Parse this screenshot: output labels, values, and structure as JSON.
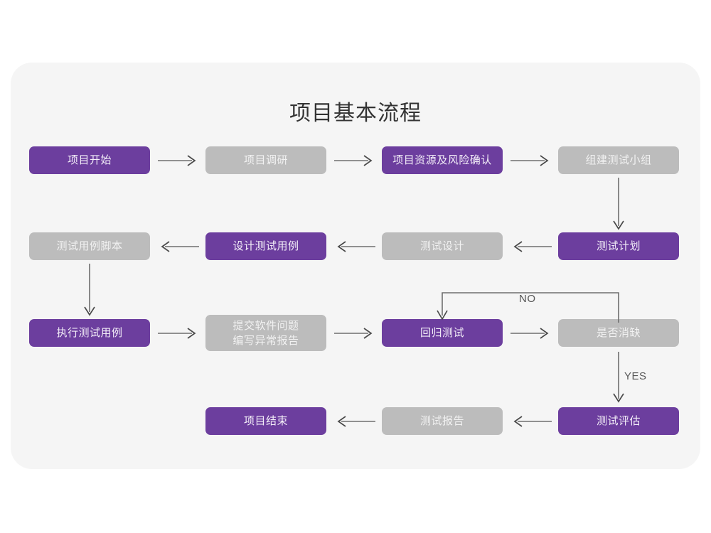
{
  "page": {
    "title": "项目基本流程",
    "background": "#ffffff",
    "panel_color": "#f5f5f5"
  },
  "colors": {
    "active": "#6c3e9e",
    "inactive": "#bcbcbc",
    "active_text": "#f3eef8",
    "inactive_text": "#f2f2f2",
    "connector": "#6e6e6e",
    "title_text": "#333333"
  },
  "chart_data": {
    "type": "diagram",
    "title": "项目基本流程",
    "nodes": [
      {
        "id": "n1",
        "label": "项目开始",
        "state": "active",
        "row": 1,
        "col": 1
      },
      {
        "id": "n2",
        "label": "项目调研",
        "state": "inactive",
        "row": 1,
        "col": 2
      },
      {
        "id": "n3",
        "label": "项目资源及风险确认",
        "state": "active",
        "row": 1,
        "col": 3
      },
      {
        "id": "n4",
        "label": "组建测试小组",
        "state": "inactive",
        "row": 1,
        "col": 4
      },
      {
        "id": "n5",
        "label": "测试计划",
        "state": "active",
        "row": 2,
        "col": 4
      },
      {
        "id": "n6",
        "label": "测试设计",
        "state": "inactive",
        "row": 2,
        "col": 3
      },
      {
        "id": "n7",
        "label": "设计测试用例",
        "state": "active",
        "row": 2,
        "col": 2
      },
      {
        "id": "n8",
        "label": "测试用例脚本",
        "state": "inactive",
        "row": 2,
        "col": 1
      },
      {
        "id": "n9",
        "label": "执行测试用例",
        "state": "active",
        "row": 3,
        "col": 1
      },
      {
        "id": "n10",
        "label": "提交软件问题\n编写异常报告",
        "state": "inactive",
        "row": 3,
        "col": 2
      },
      {
        "id": "n11",
        "label": "回归测试",
        "state": "active",
        "row": 3,
        "col": 3
      },
      {
        "id": "n12",
        "label": "是否消缺",
        "state": "inactive",
        "row": 3,
        "col": 4
      },
      {
        "id": "n13",
        "label": "测试评估",
        "state": "active",
        "row": 4,
        "col": 4
      },
      {
        "id": "n14",
        "label": "测试报告",
        "state": "inactive",
        "row": 4,
        "col": 3
      },
      {
        "id": "n15",
        "label": "项目结束",
        "state": "active",
        "row": 4,
        "col": 2
      }
    ],
    "edges": [
      {
        "from": "n1",
        "to": "n2",
        "label": "",
        "direction": "right"
      },
      {
        "from": "n2",
        "to": "n3",
        "label": "",
        "direction": "right"
      },
      {
        "from": "n3",
        "to": "n4",
        "label": "",
        "direction": "right"
      },
      {
        "from": "n4",
        "to": "n5",
        "label": "",
        "direction": "down"
      },
      {
        "from": "n5",
        "to": "n6",
        "label": "",
        "direction": "left"
      },
      {
        "from": "n6",
        "to": "n7",
        "label": "",
        "direction": "left"
      },
      {
        "from": "n7",
        "to": "n8",
        "label": "",
        "direction": "left"
      },
      {
        "from": "n8",
        "to": "n9",
        "label": "",
        "direction": "down"
      },
      {
        "from": "n9",
        "to": "n10",
        "label": "",
        "direction": "right"
      },
      {
        "from": "n10",
        "to": "n11",
        "label": "",
        "direction": "right"
      },
      {
        "from": "n11",
        "to": "n12",
        "label": "",
        "direction": "right"
      },
      {
        "from": "n12",
        "to": "n11",
        "label": "NO",
        "direction": "loop-up-left"
      },
      {
        "from": "n12",
        "to": "n13",
        "label": "YES",
        "direction": "down"
      },
      {
        "from": "n13",
        "to": "n14",
        "label": "",
        "direction": "left"
      },
      {
        "from": "n14",
        "to": "n15",
        "label": "",
        "direction": "left"
      }
    ],
    "edge_labels": [
      "NO",
      "YES"
    ]
  }
}
